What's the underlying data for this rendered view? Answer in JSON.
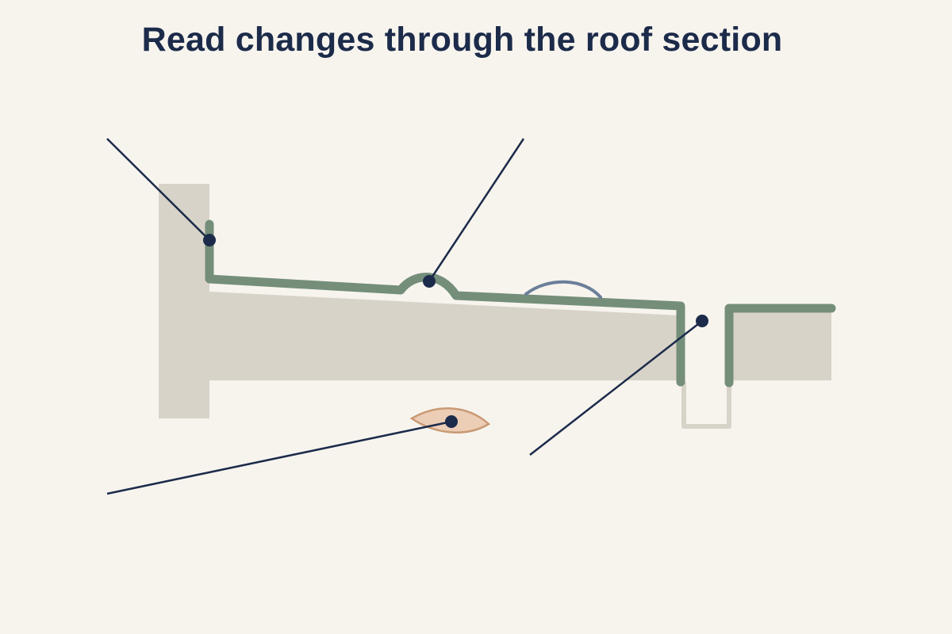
{
  "title": "Read changes through the roof section",
  "colors": {
    "background": "#f7f4ee",
    "title": "#1c2b4a",
    "structure": "#d8d3c8",
    "membrane": "#748e7a",
    "leader": "#1c2b4a",
    "skylight": "#6c7f99",
    "blister_fill": "#eccdb6",
    "blister_stroke": "#c99a74",
    "gutter": "#d8d3c8"
  },
  "callouts": [
    {
      "name": "parapet-upstand-callout",
      "label": ""
    },
    {
      "name": "membrane-bump-callout",
      "label": ""
    },
    {
      "name": "drain-outlet-callout",
      "label": ""
    },
    {
      "name": "underside-stain-callout",
      "label": ""
    }
  ]
}
